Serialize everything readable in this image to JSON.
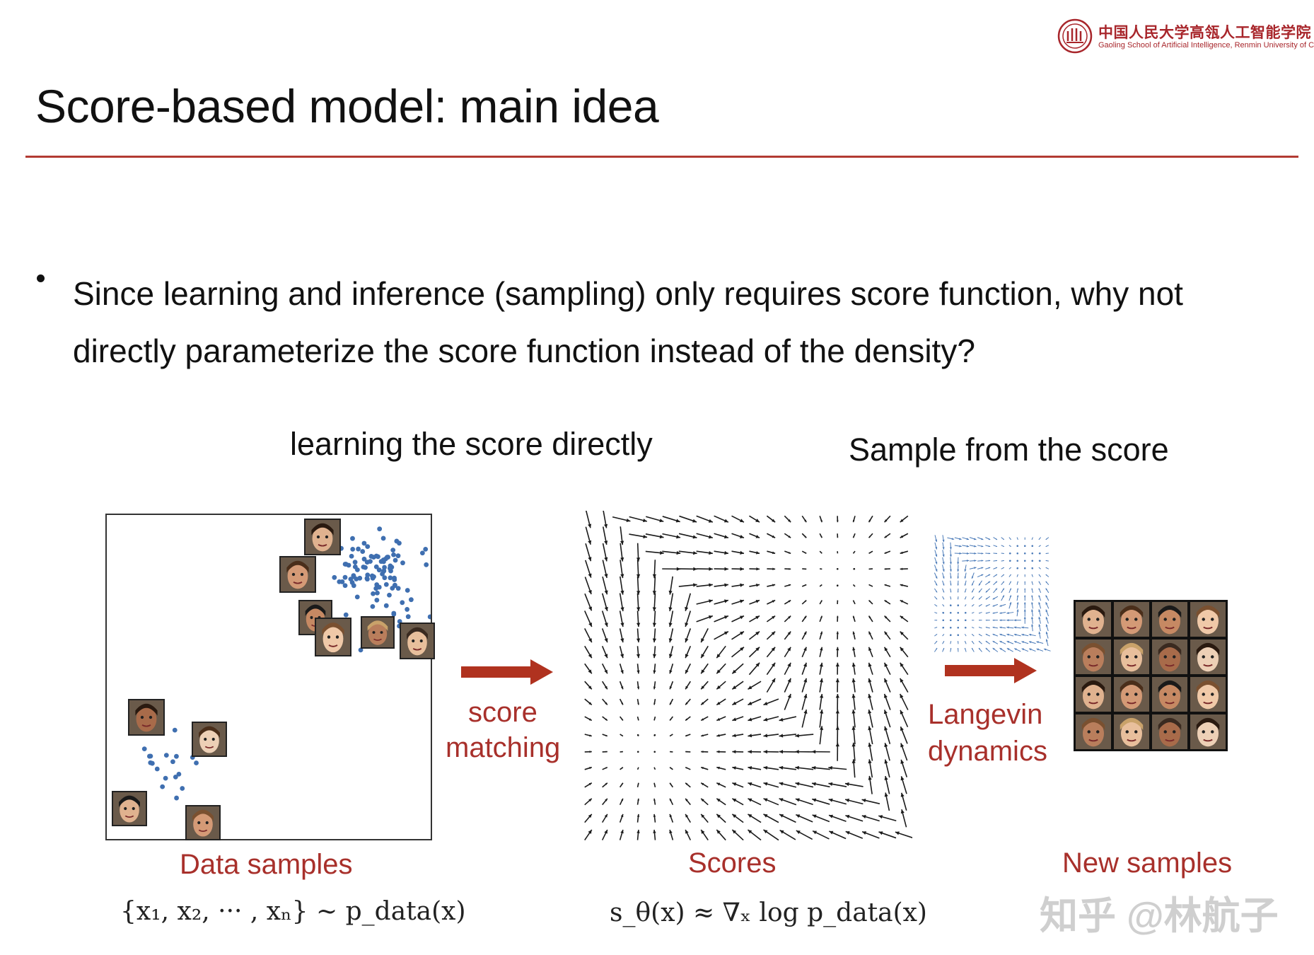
{
  "logo": {
    "name_cn": "中国人民大学高瓴人工智能学院",
    "name_en": "Gaoling School of Artificial Intelligence, Renmin University of China"
  },
  "slide": {
    "title": "Score-based model: main idea",
    "bullet": "Since learning and inference (sampling) only requires score function, why not directly parameterize the score function instead of the density?"
  },
  "figure": {
    "header_left": "learning the score directly",
    "header_right": "Sample from the score",
    "arrow1_label_line1": "score",
    "arrow1_label_line2": "matching",
    "arrow2_label_line1": "Langevin",
    "arrow2_label_line2": "dynamics",
    "caption_data": "Data samples",
    "caption_scores": "Scores",
    "caption_new": "New samples",
    "math_data": "{x₁, x₂, ··· , xₙ} ~ p_data(x)",
    "math_scores": "s_θ(x) ≈ ∇ₓ log p_data(x)",
    "accent_color": "#a8302b",
    "point_color": "#3f6fb0"
  },
  "watermark": "知乎 @林航子"
}
